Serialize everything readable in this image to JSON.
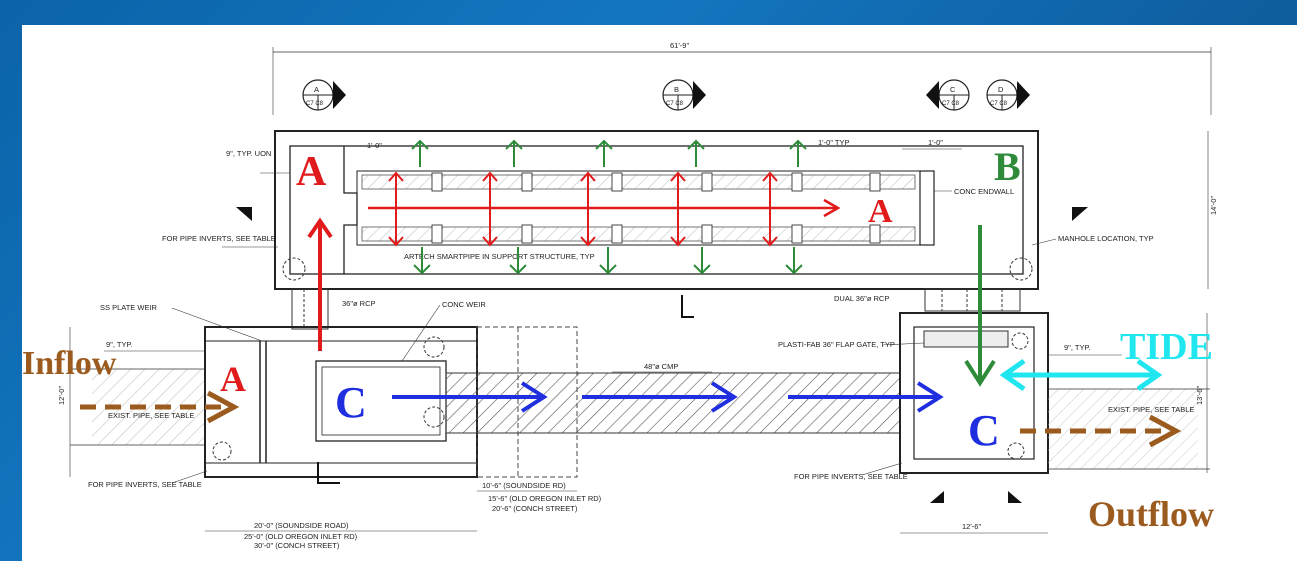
{
  "dimensions": {
    "overall_width": "61'-9\"",
    "height_right": "14'-0\"",
    "weir_box_height": "12'-0\"",
    "outlet_box_height": "13'-6\"",
    "outlet_box_width": "12'-6\"",
    "typ_9": "9\", TYP.",
    "typ_9_uon": "9\", TYP. UON",
    "one_ft": "1'-0\"",
    "one_ft_typ": "1'-0\" TYP",
    "lower_left_1": "20'-0\" (SOUNDSIDE ROAD)",
    "lower_left_2": "25'-0\" (OLD OREGON INLET RD)",
    "lower_left_3": "30'-0\" (CONCH STREET)",
    "mid_1": "10'-6\" (SOUNDSIDE RD)",
    "mid_2": "15'-6\" (OLD OREGON INLET RD)",
    "mid_3": "20'-6\" (CONCH STREET)"
  },
  "callouts": {
    "pipe_inverts_1": "FOR PIPE INVERTS, SEE TABLE",
    "pipe_inverts_2": "FOR PIPE INVERTS, SEE TABLE",
    "pipe_inverts_3": "FOR PIPE INVERTS, SEE TABLE",
    "conc_endwall": "CONC ENDWALL",
    "manhole": "MANHOLE LOCATION, TYP",
    "smartpipe": "ARTECH SMARTPIPE IN SUPPORT STRUCTURE, TYP",
    "ss_plate_weir": "SS PLATE WEIR",
    "rcp_36": "36\"ø RCP",
    "conc_weir": "CONC WEIR",
    "dual_rcp": "DUAL 36\"ø RCP",
    "cmp_48": "48\"ø CMP",
    "flap_gate": "PLASTI-FAB 36\" FLAP GATE, TYP",
    "exist_pipe_left": "EXIST. PIPE, SEE TABLE",
    "exist_pipe_right": "EXIST. PIPE, SEE TABLE"
  },
  "section_markers": [
    {
      "letter": "A",
      "sheets": "C7  C8"
    },
    {
      "letter": "B",
      "sheets": "C7  C8"
    },
    {
      "letter": "C",
      "sheets": "C7  C8"
    },
    {
      "letter": "D",
      "sheets": "C7  C8"
    }
  ],
  "overlay_labels": {
    "inflow": "Inflow",
    "outflow": "Outflow",
    "tide": "TIDE",
    "a_top_left": "A",
    "a_top_right": "A",
    "a_weir": "A",
    "b": "B",
    "c_left": "C",
    "c_right": "C"
  },
  "colors": {
    "brown": "#9b5a1e",
    "red": "#e11b1b",
    "green": "#2e8b3a",
    "blue": "#1f2fe0",
    "cyan": "#1fe6ef",
    "background_blue": "#1476c0"
  }
}
